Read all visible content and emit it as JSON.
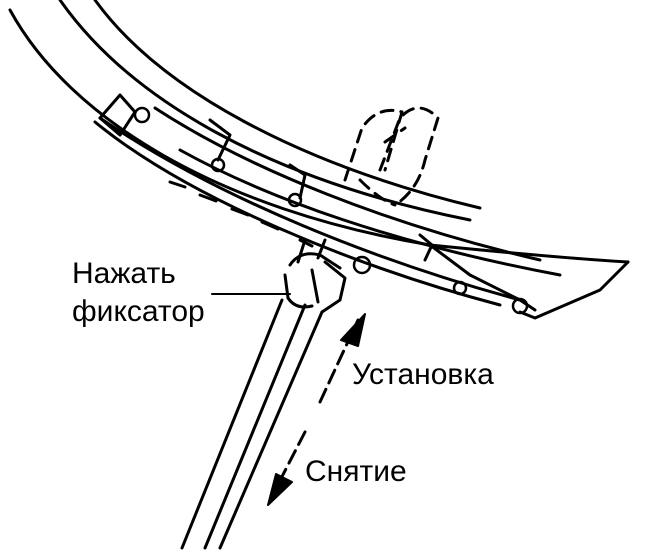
{
  "labels": {
    "press_line1": "Нажать",
    "press_line2": "фиксатор",
    "install": "Установка",
    "remove": "Снятие"
  },
  "colors": {
    "ink": "#000000",
    "paper": "#ffffff"
  },
  "icons": {
    "install_arrow": "arrow-up-icon",
    "remove_arrow": "arrow-down-icon"
  }
}
